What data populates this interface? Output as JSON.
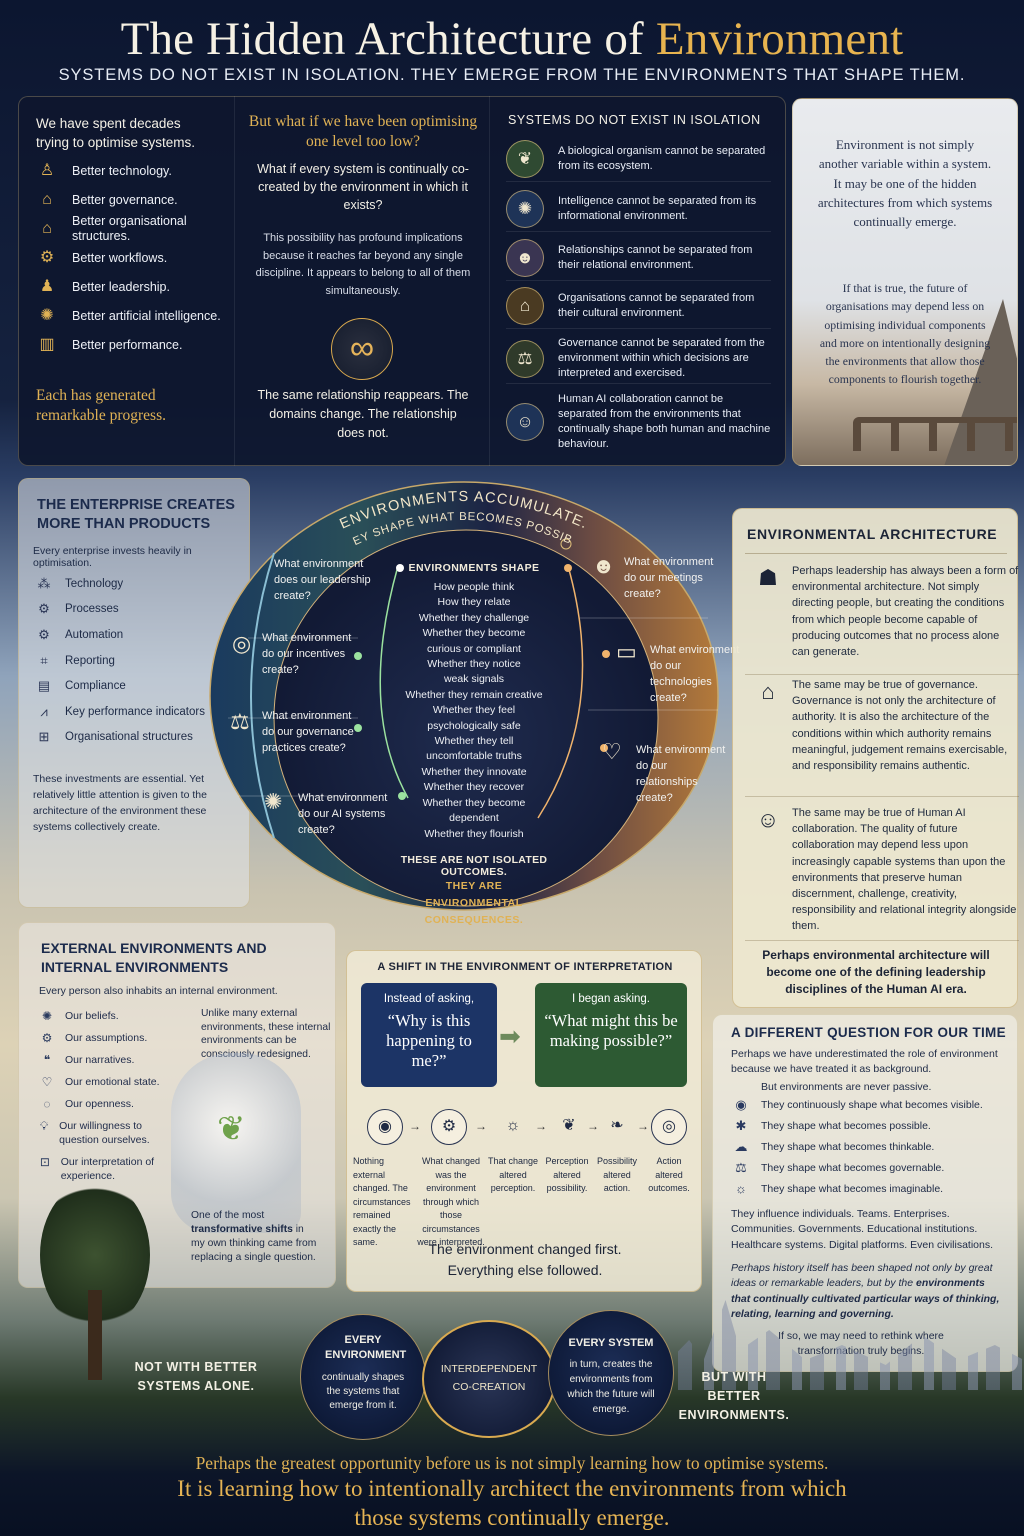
{
  "header": {
    "title_part1": "The Hidden Architecture of ",
    "title_part2": "Environment",
    "subtitle": "SYSTEMS DO NOT EXIST IN ISOLATION. THEY EMERGE FROM THE ENVIRONMENTS THAT SHAPE THEM."
  },
  "optimise": {
    "intro": "We have spent decades trying to optimise systems.",
    "items": [
      {
        "icon": "engineer-icon",
        "label": "Better technology."
      },
      {
        "icon": "government-building-icon",
        "label": "Better governance."
      },
      {
        "icon": "organisation-icon",
        "label": "Better organisational structures."
      },
      {
        "icon": "workflow-icon",
        "label": "Better workflows."
      },
      {
        "icon": "leader-icon",
        "label": "Better leadership."
      },
      {
        "icon": "ai-brain-icon",
        "label": "Better artificial intelligence."
      },
      {
        "icon": "bar-chart-icon",
        "label": "Better performance."
      }
    ],
    "conclusion": "Each has generated remarkable progress."
  },
  "question": {
    "heading": "But what if we have been optimising one level too low?",
    "lead": "What if every system is continually co-created by the environment in which it exists?",
    "body": "This possibility has profound implications because it reaches far beyond any single discipline. It appears to belong to all of them simultaneously.",
    "closing": "The same relationship reappears. The domains change. The relationship does not."
  },
  "isolation": {
    "heading": "SYSTEMS DO NOT EXIST IN ISOLATION",
    "items": [
      {
        "icon": "leaf-icon",
        "text": "A biological organism cannot be separated from its ecosystem."
      },
      {
        "icon": "brain-icon",
        "text": "Intelligence cannot be separated from its informational environment."
      },
      {
        "icon": "people-icon",
        "text": "Relationships cannot be separated from their relational environment."
      },
      {
        "icon": "institution-icon",
        "text": "Organisations cannot be separated from their cultural environment."
      },
      {
        "icon": "scales-icon",
        "text": "Governance cannot be separated from the environment within which decisions are interpreted and exercised."
      },
      {
        "icon": "human-ai-icon",
        "text": "Human AI collaboration cannot be separated from the environments that continually shape both human and machine behaviour."
      }
    ]
  },
  "env_note": {
    "lead": "Environment is not simply another variable within a system. It may be one of the hidden architectures from which systems continually emerge.",
    "body": "If that is true, the future of organisations may depend less on optimising individual components and more on intentionally designing the environments that allow those components to flourish together."
  },
  "enterprise": {
    "heading": "THE ENTERPRISE CREATES MORE THAN PRODUCTS",
    "intro": "Every enterprise invests heavily in optimisation.",
    "items": [
      {
        "icon": "network-icon",
        "label": "Technology"
      },
      {
        "icon": "gears-icon",
        "label": "Processes"
      },
      {
        "icon": "gear-icon",
        "label": "Automation"
      },
      {
        "icon": "report-icon",
        "label": "Reporting"
      },
      {
        "icon": "document-icon",
        "label": "Compliance"
      },
      {
        "icon": "kpi-chart-icon",
        "label": "Key performance indicators"
      },
      {
        "icon": "org-chart-icon",
        "label": "Organisational structures"
      }
    ],
    "closing": "These investments are essential. Yet relatively little attention is given to the architecture of the environment these systems collectively create."
  },
  "wheel": {
    "arc_line1": "ENVIRONMENTS ACCUMULATE.",
    "arc_line2": "THEY SHAPE WHAT BECOMES POSSIBLE.",
    "center_heading": "ENVIRONMENTS SHAPE",
    "center_items": [
      "How people think",
      "How they relate",
      "Whether they challenge",
      "Whether they become curious or compliant",
      "Whether they notice weak signals",
      "Whether they remain creative",
      "Whether they feel psychologically safe",
      "Whether they tell uncomfortable truths",
      "Whether they innovate",
      "Whether they recover",
      "Whether they become dependent",
      "Whether they flourish"
    ],
    "footer1": "THESE ARE NOT ISOLATED OUTCOMES.",
    "footer2": "THEY ARE ENVIRONMENTAL CONSEQUENCES.",
    "left": [
      "What environment does our leadership create?",
      "What environment do our incentives create?",
      "What environment do our governance practices create?",
      "What environment do our AI systems create?"
    ],
    "right": [
      "What environment do our meetings create?",
      "What environment do our technologies create?",
      "What environment do our relationships create?"
    ]
  },
  "env_arch": {
    "heading": "ENVIRONMENTAL ARCHITECTURE",
    "blocks": [
      {
        "icon": "team-icon",
        "text": "Perhaps leadership has always been a form of environmental architecture. Not simply directing people, but creating the conditions from which people become capable of producing outcomes that no process alone can generate."
      },
      {
        "icon": "institution-icon",
        "text": "The same may be true of governance. Governance is not only the architecture of authority. It is also the architecture of the conditions within which authority remains meaningful, judgement remains exercisable, and responsibility remains authentic."
      },
      {
        "icon": "head-chip-icon",
        "text": "The same may be true of Human AI collaboration. The quality of future collaboration may depend less upon increasingly capable systems than upon the environments that preserve human discernment, challenge, creativity, responsibility and relational integrity alongside them."
      }
    ],
    "closing": "Perhaps environmental architecture will become one of the defining leadership disciplines of the Human AI era."
  },
  "internal": {
    "heading": "EXTERNAL ENVIRONMENTS AND INTERNAL ENVIRONMENTS",
    "intro": "Every person also inhabits an internal environment.",
    "items": [
      {
        "icon": "brain-icon",
        "label": "Our beliefs."
      },
      {
        "icon": "gears-icon",
        "label": "Our assumptions."
      },
      {
        "icon": "speech-icon",
        "label": "Our narratives."
      },
      {
        "icon": "heart-icon",
        "label": "Our emotional state."
      },
      {
        "icon": "openness-icon",
        "label": "Our openness."
      },
      {
        "icon": "lightbulb-icon",
        "label": "Our willingness to question ourselves."
      },
      {
        "icon": "frame-icon",
        "label": "Our interpretation of experience."
      }
    ],
    "note": "Unlike many external environments, these internal environments can be consciously redesigned.",
    "shift_pre": "One of the most ",
    "shift_bold": "transformative shifts",
    "shift_post": " in my own thinking came from replacing a single question."
  },
  "shift": {
    "heading": "A SHIFT IN THE ENVIRONMENT OF INTERPRETATION",
    "box1_label": "Instead of asking,",
    "box1_quote": "“Why is this happening to me?”",
    "box2_label": "I began asking.",
    "box2_quote": "“What might this be making possible?”",
    "steps": [
      {
        "icon": "eye-icon",
        "text": "Nothing external changed. The circumstances remained exactly the same."
      },
      {
        "icon": "head-gear-icon",
        "text": "What changed was the environment through which those circumstances were interpreted."
      },
      {
        "icon": "lightbulb-icon",
        "text": "That change altered perception."
      },
      {
        "icon": "sprout-icon",
        "text": "Perception altered possibility."
      },
      {
        "icon": "plant-icon",
        "text": "Possibility altered action."
      },
      {
        "icon": "target-icon",
        "text": "Action altered outcomes."
      }
    ],
    "closing": "The environment changed first. Everything else followed."
  },
  "different": {
    "heading": "A DIFFERENT QUESTION FOR OUR TIME",
    "intro": "Perhaps we have underestimated the role of environment because we have treated it as background.",
    "lead": "But environments are never passive.",
    "items": [
      {
        "icon": "eye-icon",
        "label": "They continuously shape what becomes visible."
      },
      {
        "icon": "spark-icon",
        "label": "They shape what becomes possible."
      },
      {
        "icon": "thought-icon",
        "label": "They shape what becomes thinkable."
      },
      {
        "icon": "scales-icon",
        "label": "They shape what becomes governable."
      },
      {
        "icon": "lightbulb-icon",
        "label": "They shape what becomes imaginable."
      }
    ],
    "influence": "They influence individuals. Teams. Enterprises. Communities. Governments. Educational institutions. Healthcare systems. Digital platforms. Even civilisations.",
    "history_pre": "Perhaps history itself has been shaped not only by great ideas or remarkable leaders, but by the ",
    "history_bold": "environments that continually cultivated particular ways of thinking, relating, learning and governing.",
    "rethink": "If so, we may need to rethink where transformation truly begins."
  },
  "cycle": {
    "left_side": "NOT WITH BETTER SYSTEMS ALONE.",
    "right_side": "BUT WITH BETTER ENVIRONMENTS.",
    "c1_title": "EVERY ENVIRONMENT",
    "c1_text": "continually shapes the systems that emerge from it.",
    "c2": "INTERDEPENDENT CO-CREATION",
    "c3_title": "EVERY SYSTEM",
    "c3_text": "in turn, creates the environments from which the future will emerge."
  },
  "footer": {
    "line1": "Perhaps the greatest opportunity before us is not simply learning how to optimise systems.",
    "line2": "It is learning how to intentionally architect the environments from which those systems continually emerge."
  }
}
